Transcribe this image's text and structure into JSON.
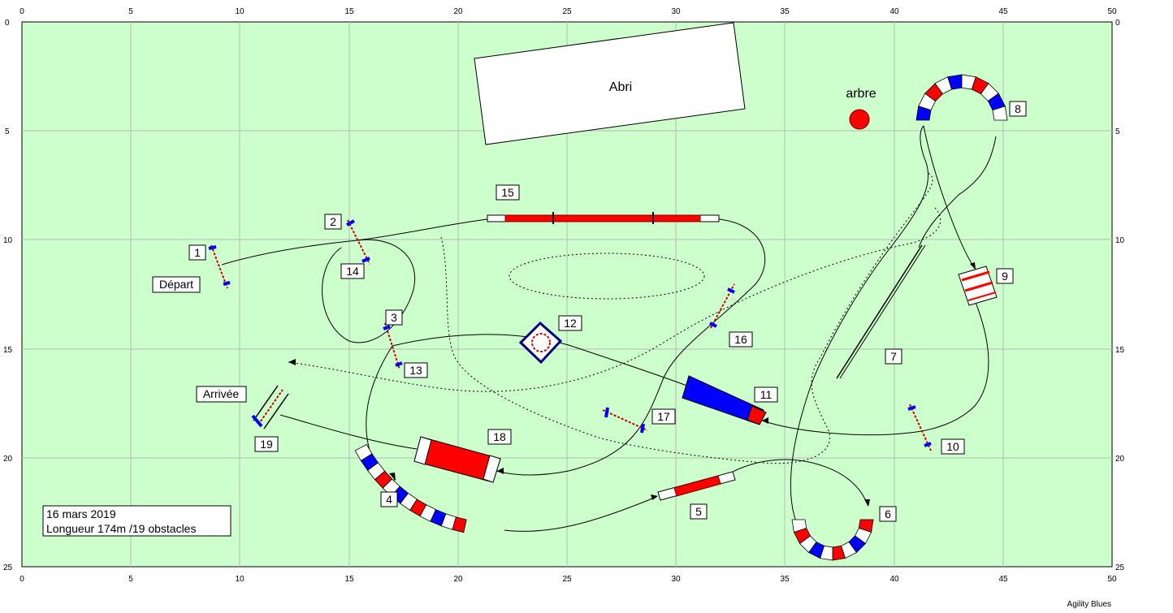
{
  "axis": {
    "x_ticks": [
      "0",
      "5",
      "10",
      "15",
      "20",
      "25",
      "30",
      "35",
      "40",
      "45",
      "50"
    ],
    "y_ticks": [
      "0",
      "5",
      "10",
      "15",
      "20",
      "25"
    ]
  },
  "colors": {
    "field": "#ccffcc",
    "grid": "#b9b9b9",
    "red": "#ff0000",
    "blue": "#0000ff",
    "navy": "#000080",
    "tree": "#ff0000"
  },
  "landmarks": {
    "shelter": "Abri",
    "tree": "arbre"
  },
  "markers": {
    "start": "Départ",
    "finish": "Arrivée"
  },
  "obstacle_labels": [
    "1",
    "2",
    "3",
    "4",
    "5",
    "6",
    "7",
    "8",
    "9",
    "10",
    "11",
    "12",
    "13",
    "14",
    "15",
    "16",
    "17",
    "18",
    "19"
  ],
  "info": {
    "date": "16 mars 2019",
    "length": "Longueur 174m /19 obstacles"
  },
  "credit": "Agility Blues"
}
